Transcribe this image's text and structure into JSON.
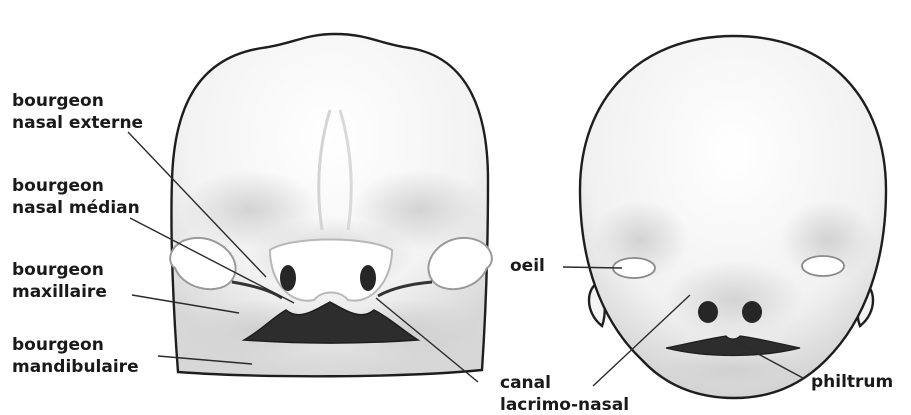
{
  "labels": {
    "nasal_externe": [
      "bourgeon",
      "nasal externe"
    ],
    "nasal_median": [
      "bourgeon",
      "nasal médian"
    ],
    "maxillaire": [
      "bourgeon",
      "maxillaire"
    ],
    "mandibulaire": [
      "bourgeon",
      "mandibulaire"
    ],
    "oeil": "oeil",
    "canal": [
      "canal",
      "lacrimo-nasal"
    ],
    "philtrum": "philtrum"
  }
}
